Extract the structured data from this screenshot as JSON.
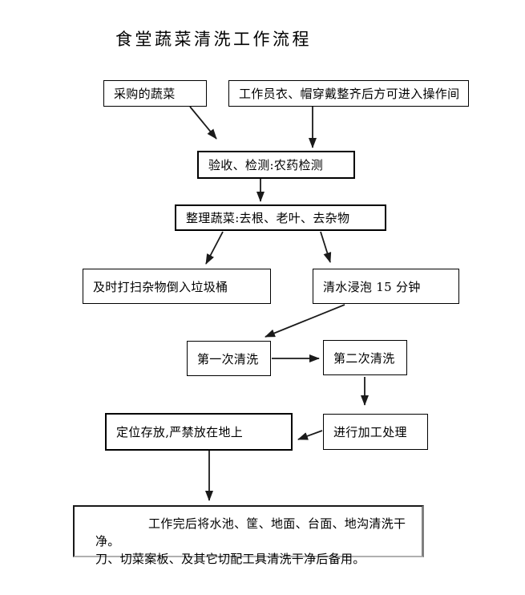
{
  "title": "食堂蔬菜清洗工作流程",
  "nodes": {
    "purchase": {
      "label": "采购的蔬菜"
    },
    "dress_code": {
      "label": "工作员衣、帽穿戴整齐后方可进入操作间"
    },
    "inspection": {
      "label": "验收、检测:农药检测"
    },
    "sorting": {
      "label": "整理蔬菜:去根、老叶、去杂物"
    },
    "trash": {
      "label": "及时打扫杂物倒入垃圾桶"
    },
    "soak": {
      "label": "清水浸泡 15 分钟"
    },
    "first_wash": {
      "label": "第一次清洗"
    },
    "second_wash": {
      "label": "第二次清洗"
    },
    "processing": {
      "label": "进行加工处理"
    },
    "storage": {
      "label": "定位存放,严禁放在地上"
    },
    "cleanup": {
      "line1": "工作完后将水池、筐、地面、台面、地沟清洗干净。",
      "line2": "刀、切菜案板、及其它切配工具清洗干净后备用。"
    }
  },
  "flow": [
    "purchase → inspection",
    "dress_code → inspection",
    "inspection → sorting",
    "sorting → trash",
    "sorting → soak",
    "soak → first_wash",
    "first_wash → second_wash",
    "second_wash → processing",
    "processing → storage",
    "storage → cleanup"
  ],
  "colors": {
    "background": "#ffffff",
    "text": "#000000",
    "line": "#1a1a1a",
    "box_border": "#000000"
  }
}
